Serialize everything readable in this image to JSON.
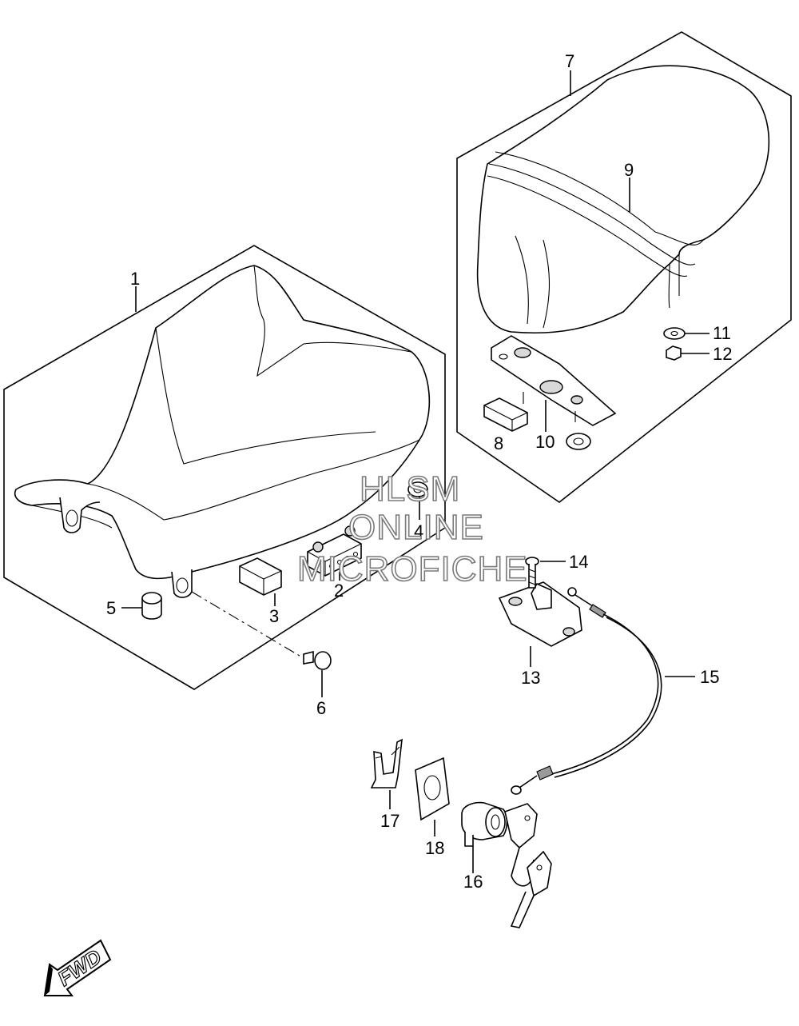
{
  "callouts": [
    {
      "id": "1",
      "text": "1"
    },
    {
      "id": "2",
      "text": "2"
    },
    {
      "id": "3",
      "text": "3"
    },
    {
      "id": "4",
      "text": "4"
    },
    {
      "id": "5",
      "text": "5"
    },
    {
      "id": "6",
      "text": "6"
    },
    {
      "id": "7",
      "text": "7"
    },
    {
      "id": "8",
      "text": "8"
    },
    {
      "id": "9",
      "text": "9"
    },
    {
      "id": "10",
      "text": "10"
    },
    {
      "id": "11",
      "text": "11"
    },
    {
      "id": "12",
      "text": "12"
    },
    {
      "id": "13",
      "text": "13"
    },
    {
      "id": "14",
      "text": "14"
    },
    {
      "id": "15",
      "text": "15"
    },
    {
      "id": "16",
      "text": "16"
    },
    {
      "id": "17",
      "text": "17"
    },
    {
      "id": "18",
      "text": "18"
    }
  ],
  "watermark": {
    "line1": "HLSM",
    "line2": "ONLINE",
    "line3": "MICROFICHE"
  },
  "fwd_arrow": {
    "text": "FWD"
  }
}
